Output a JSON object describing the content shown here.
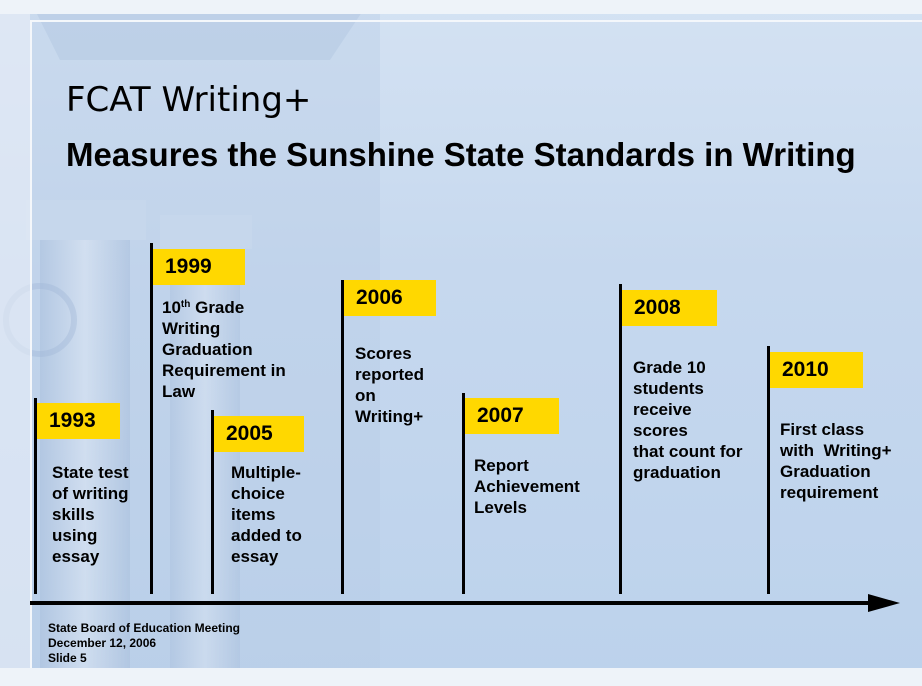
{
  "slide": {
    "title": "FCAT Writing+",
    "subtitle": "Measures the Sunshine State Standards in Writing"
  },
  "timeline": {
    "milestones": [
      {
        "year": "1993",
        "lines": [
          "State test",
          "of writing",
          "skills",
          "using",
          "essay"
        ]
      },
      {
        "year": "1999",
        "lines": [
          "10th Grade",
          "Writing",
          "Graduation",
          "Requirement in",
          "Law"
        ]
      },
      {
        "year": "2005",
        "lines": [
          "Multiple-",
          "choice",
          "items",
          "added to",
          "essay"
        ]
      },
      {
        "year": "2006",
        "lines": [
          "Scores",
          "reported",
          "on",
          "Writing+"
        ]
      },
      {
        "year": "2007",
        "lines": [
          "Report",
          "Achievement",
          "Levels"
        ]
      },
      {
        "year": "2008",
        "lines": [
          "Grade 10",
          "students",
          "receive",
          "scores",
          "that count for",
          "graduation"
        ]
      },
      {
        "year": "2010",
        "lines": [
          "First class",
          "with  Writing+",
          "Graduation",
          "requirement"
        ]
      }
    ],
    "accent_color": "#ffd800"
  },
  "footer": {
    "line1": "State Board of Education Meeting",
    "line2": "December 12, 2006",
    "line3": "Slide 5"
  }
}
